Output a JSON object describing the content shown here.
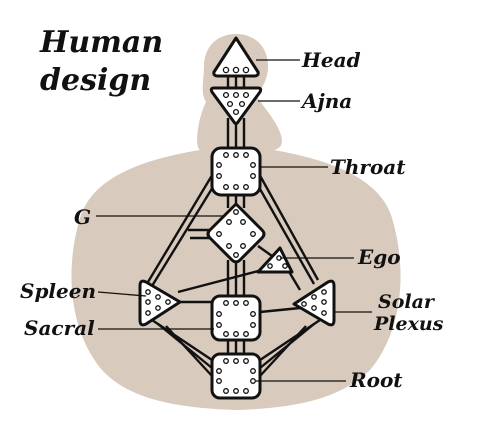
{
  "title": {
    "line1": "Human",
    "line2": "design"
  },
  "labels": {
    "head": "Head",
    "ajna": "Ajna",
    "throat": "Throat",
    "g": "G",
    "ego": "Ego",
    "spleen": "Spleen",
    "sacral": "Sacral",
    "solar_line1": "Solar",
    "solar_line2": "Plexus",
    "root": "Root"
  },
  "colors": {
    "silhouette": "#d8cabd",
    "center_fill": "#ffffff",
    "stroke": "#111111"
  }
}
